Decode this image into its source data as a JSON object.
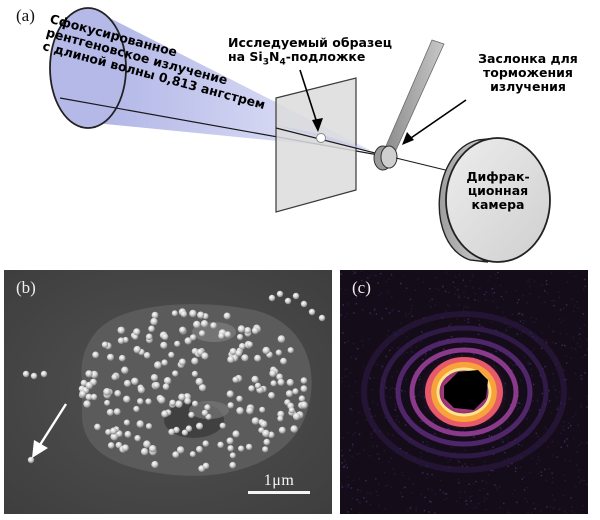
{
  "figure": {
    "panel_a": {
      "label": "(a)",
      "beam_text": [
        "Сфокусированное",
        "рентгеновское излучение",
        "с длиной волны 0,813 ангстрем"
      ],
      "sample_text": {
        "line1": "Исследуемый образец",
        "line2_pre": "на Si",
        "sub1": "3",
        "mid": "N",
        "sub2": "4",
        "line2_post": "-подложке"
      },
      "shutter_text": [
        "Заслонка для",
        "торможения излучения"
      ],
      "camera_text": [
        "Дифрак-",
        "ционная",
        "камера"
      ]
    },
    "panel_b": {
      "label": "(b)",
      "scale_label": "1μm"
    },
    "panel_c": {
      "label": "(c)"
    },
    "colors": {
      "beam": "#b9bde8",
      "sem_background": "#4a4a4a",
      "diffraction_background": "#140c18",
      "diffraction_ring": "#f7a23a"
    }
  }
}
